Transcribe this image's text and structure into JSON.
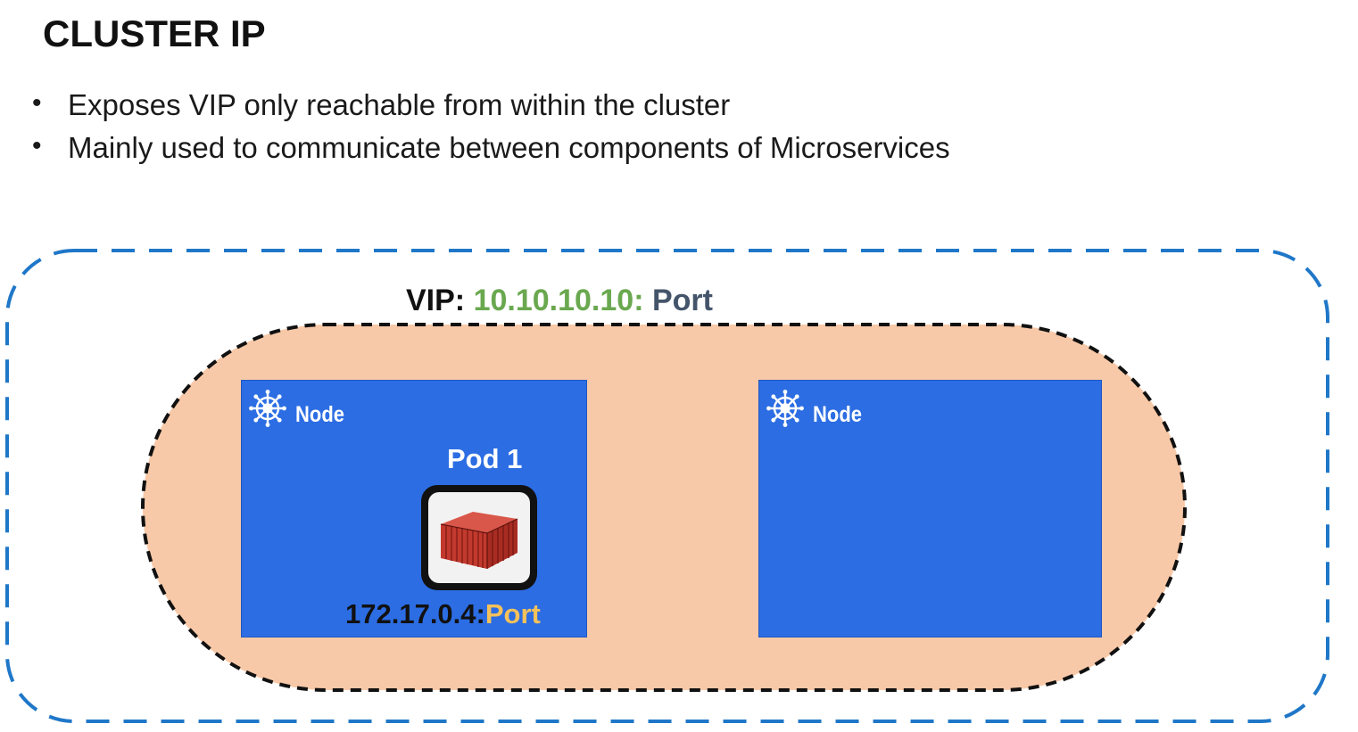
{
  "title": "CLUSTER IP",
  "bullets": [
    "Exposes VIP only reachable from within the cluster",
    "Mainly used to communicate between components of Microservices"
  ],
  "vip": {
    "prefix": "VIP:",
    "address": "10.10.10.10:",
    "port": "Port"
  },
  "nodes": [
    {
      "label": "Node",
      "pod": {
        "label": "Pod 1",
        "ip_address": "172.17.0.4:",
        "ip_port": "Port"
      }
    },
    {
      "label": "Node"
    }
  ],
  "icons": {
    "node": "kubernetes-helm-icon",
    "pod": "shipping-container-icon"
  },
  "colors": {
    "cluster_outline": "#1f77c8",
    "service_fill": "#f8c9a8",
    "service_outline": "#111111",
    "node_fill": "#2c6de3",
    "vip_address": "#6aa84f",
    "vip_port": "#44546a",
    "pod_port": "#f4c15a"
  }
}
